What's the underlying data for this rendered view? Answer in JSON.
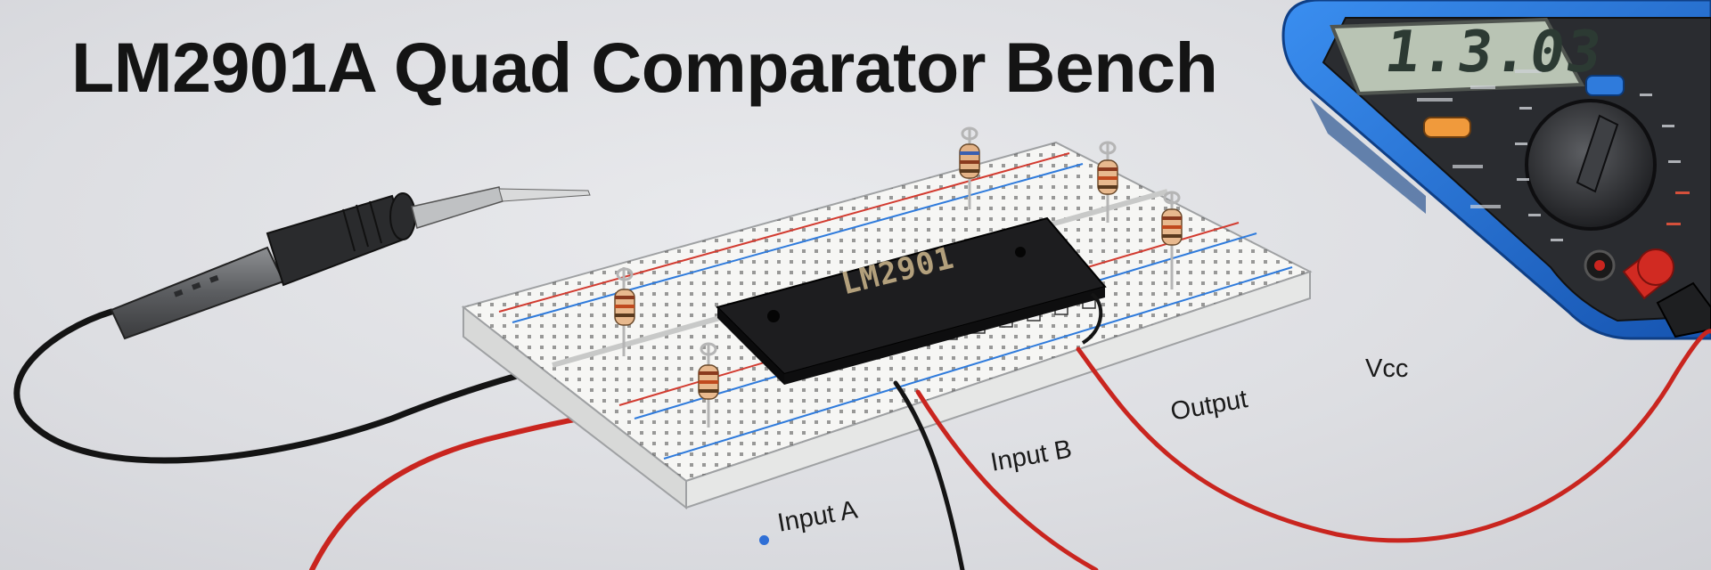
{
  "title": "LM2901A Quad Comparator Bench",
  "chip": {
    "marking": "LM2901"
  },
  "meter": {
    "reading": "1.3.03"
  },
  "labels": {
    "input_a": "Input A",
    "input_b": "Input B",
    "output": "Output",
    "vcc": "Vcc"
  },
  "colors": {
    "background": "#dcdde1",
    "meter_body": "#1e6fd4",
    "breadboard": "#f4f4f2",
    "chip": "#1d1d1f",
    "wire_red": "#c9251f",
    "wire_black": "#141414",
    "input_a_dot": "#2f6fd6"
  },
  "icons": {
    "probe": "probe-pen-icon",
    "multimeter": "multimeter-icon",
    "chip": "ic-chip-icon",
    "resistor": "resistor-icon"
  }
}
